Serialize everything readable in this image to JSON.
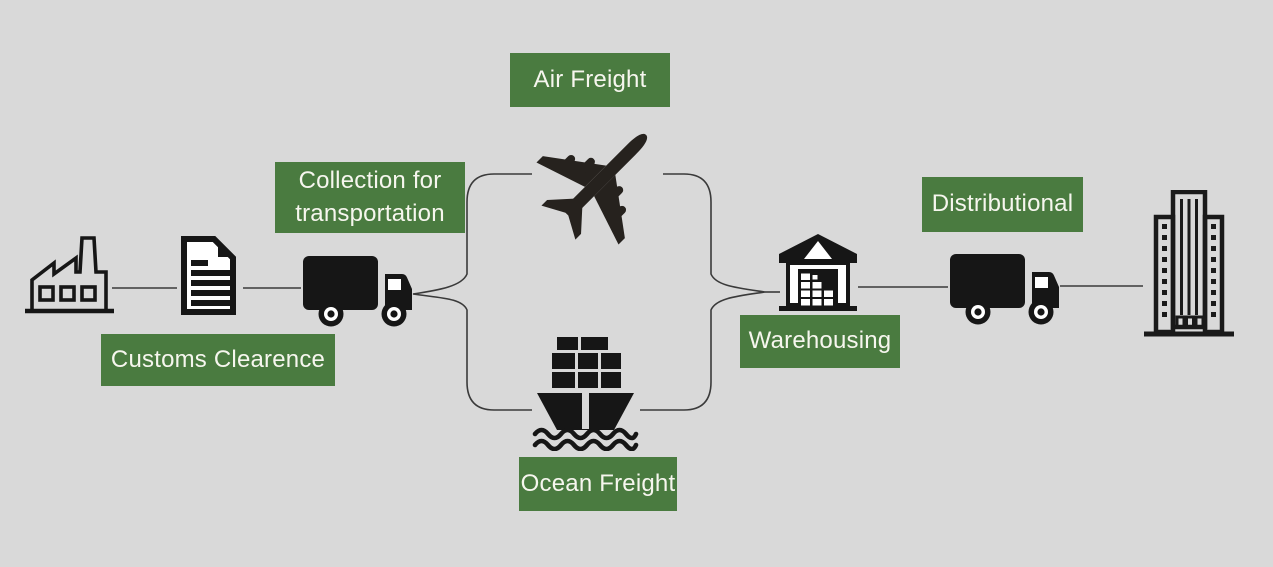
{
  "colors": {
    "background": "#d9d9d9",
    "label_background": "#4a7b40",
    "label_text": "#f6f6ee",
    "icon": "#161616",
    "connector": "#3a3a3a"
  },
  "labels": {
    "customs_clearence": "Customs Clearence",
    "collection_lines": [
      "Collection for",
      "transportation"
    ],
    "air_freight": "Air Freight",
    "ocean_freight": "Ocean Freight",
    "warehousing": "Warehousing",
    "distributional": "Distributional"
  },
  "icons": [
    "factory-icon",
    "document-icon",
    "truck-icon",
    "airplane-icon",
    "cargo-ship-icon",
    "warehouse-icon",
    "delivery-truck-icon",
    "office-building-icon"
  ]
}
